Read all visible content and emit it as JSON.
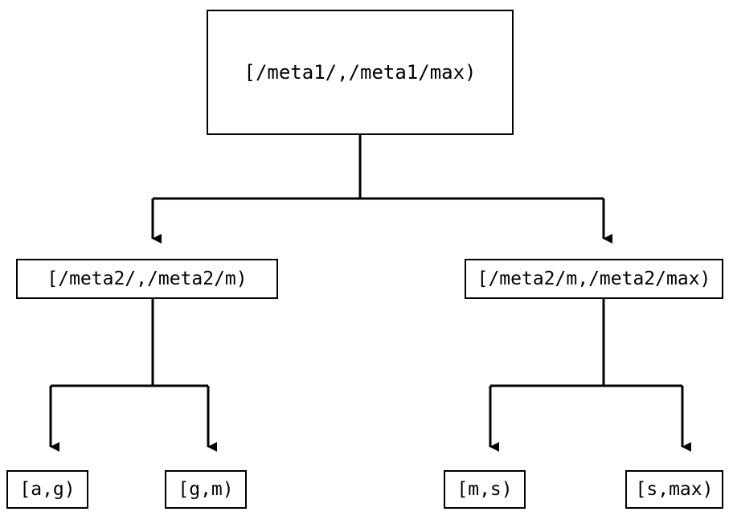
{
  "diagram": {
    "type": "tree",
    "orientation": "top-down",
    "background_color": "#ffffff",
    "line_color": "#000000",
    "text_color": "#000000",
    "nodes": {
      "root": {
        "label": "[/meta1/,/meta1/max)",
        "level": 0
      },
      "mid_left": {
        "label": "[/meta2/,/meta2/m)",
        "level": 1
      },
      "mid_right": {
        "label": "[/meta2/m,/meta2/max)",
        "level": 1
      },
      "leaf_ag": {
        "label": "[a,g)",
        "level": 2
      },
      "leaf_gm": {
        "label": "[g,m)",
        "level": 2
      },
      "leaf_ms": {
        "label": "[m,s)",
        "level": 2
      },
      "leaf_smax": {
        "label": "[s,max)",
        "level": 2
      }
    },
    "edges": [
      {
        "from": "root",
        "to": "mid_left",
        "arrow": "triangle-down"
      },
      {
        "from": "root",
        "to": "mid_right",
        "arrow": "triangle-down"
      },
      {
        "from": "mid_left",
        "to": "leaf_ag",
        "arrow": "triangle-down"
      },
      {
        "from": "mid_left",
        "to": "leaf_gm",
        "arrow": "triangle-down"
      },
      {
        "from": "mid_right",
        "to": "leaf_ms",
        "arrow": "triangle-down"
      },
      {
        "from": "mid_right",
        "to": "leaf_smax",
        "arrow": "triangle-down"
      }
    ]
  }
}
